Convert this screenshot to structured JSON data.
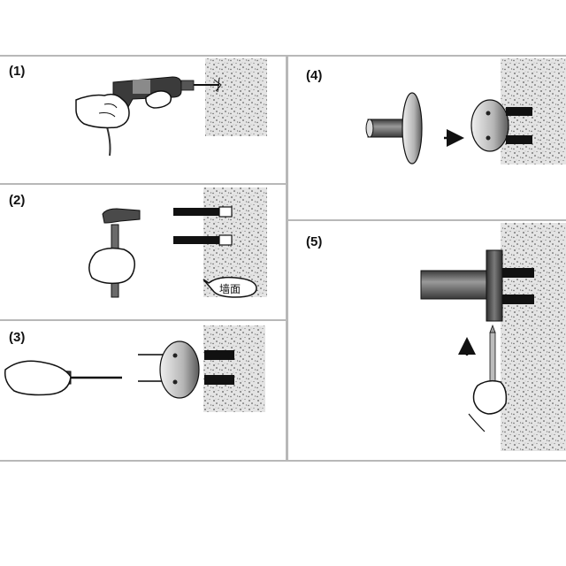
{
  "steps": [
    {
      "number": "(1)",
      "action": "drill"
    },
    {
      "number": "(2)",
      "action": "hammer"
    },
    {
      "number": "(3)",
      "action": "screwdriver"
    },
    {
      "number": "(4)",
      "action": "attach"
    },
    {
      "number": "(5)",
      "action": "insert-pin"
    }
  ],
  "wall_label": "墙面",
  "colors": {
    "ink": "#111111",
    "divider": "#b8b8b8",
    "wall": "#e6e6e6",
    "metal_dark": "#4a4a4a",
    "metal_light": "#d4d4d4"
  }
}
